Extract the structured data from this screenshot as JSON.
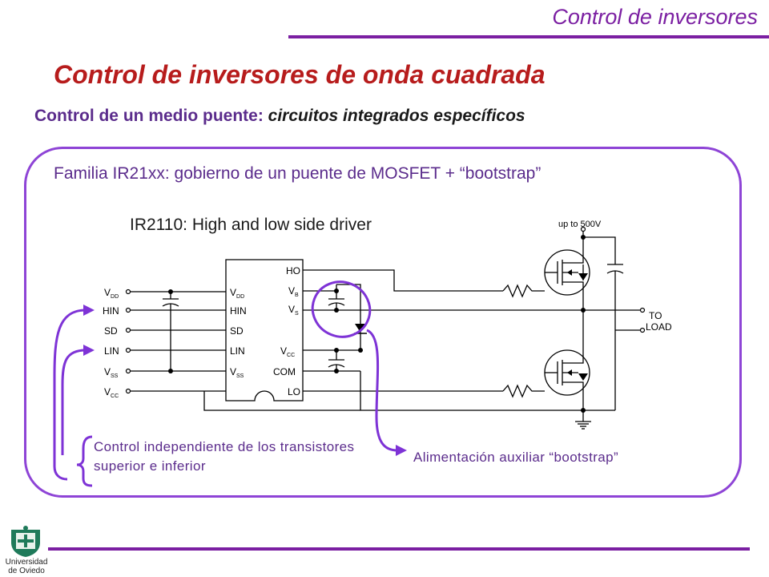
{
  "header": {
    "title": "Control de inversores"
  },
  "slide": {
    "title": "Control de inversores de onda cuadrada",
    "subtitle_lead": "Control de un medio puente:",
    "subtitle_rest": "circuitos integrados específicos"
  },
  "panel": {
    "family_text": "Familia IR21xx: gobierno de un puente de MOSFET + “bootstrap”",
    "ic_caption": "IR2110: High and low side driver",
    "note_left": "Control independiente de los transistores superior e inferior",
    "note_right": "Alimentación auxiliar “bootstrap”"
  },
  "schematic": {
    "supply_label": "up to 500V",
    "output_label_1": "TO",
    "output_label_2": "LOAD",
    "left_pins": [
      {
        "main": "V",
        "sub": "DD"
      },
      {
        "main": "HIN",
        "sub": ""
      },
      {
        "main": "SD",
        "sub": ""
      },
      {
        "main": "LIN",
        "sub": ""
      },
      {
        "main": "V",
        "sub": "SS"
      },
      {
        "main": "V",
        "sub": "CC"
      }
    ],
    "chip_left_pins": [
      {
        "main": "V",
        "sub": "DD"
      },
      {
        "main": "HIN",
        "sub": ""
      },
      {
        "main": "SD",
        "sub": ""
      },
      {
        "main": "LIN",
        "sub": ""
      },
      {
        "main": "V",
        "sub": "SS"
      }
    ],
    "chip_right_pins": [
      {
        "main": "HO",
        "sub": ""
      },
      {
        "main": "V",
        "sub": "B"
      },
      {
        "main": "V",
        "sub": "S"
      },
      {
        "main": "V",
        "sub": "CC"
      },
      {
        "main": "COM",
        "sub": ""
      },
      {
        "main": "LO",
        "sub": ""
      }
    ]
  },
  "footer": {
    "logo_text_line1": "Universidad",
    "logo_text_line2": "de Oviedo"
  },
  "colors": {
    "accent_purple": "#7b1fa2",
    "title_red": "#b71c1c",
    "box_purple": "#8e44d6"
  }
}
